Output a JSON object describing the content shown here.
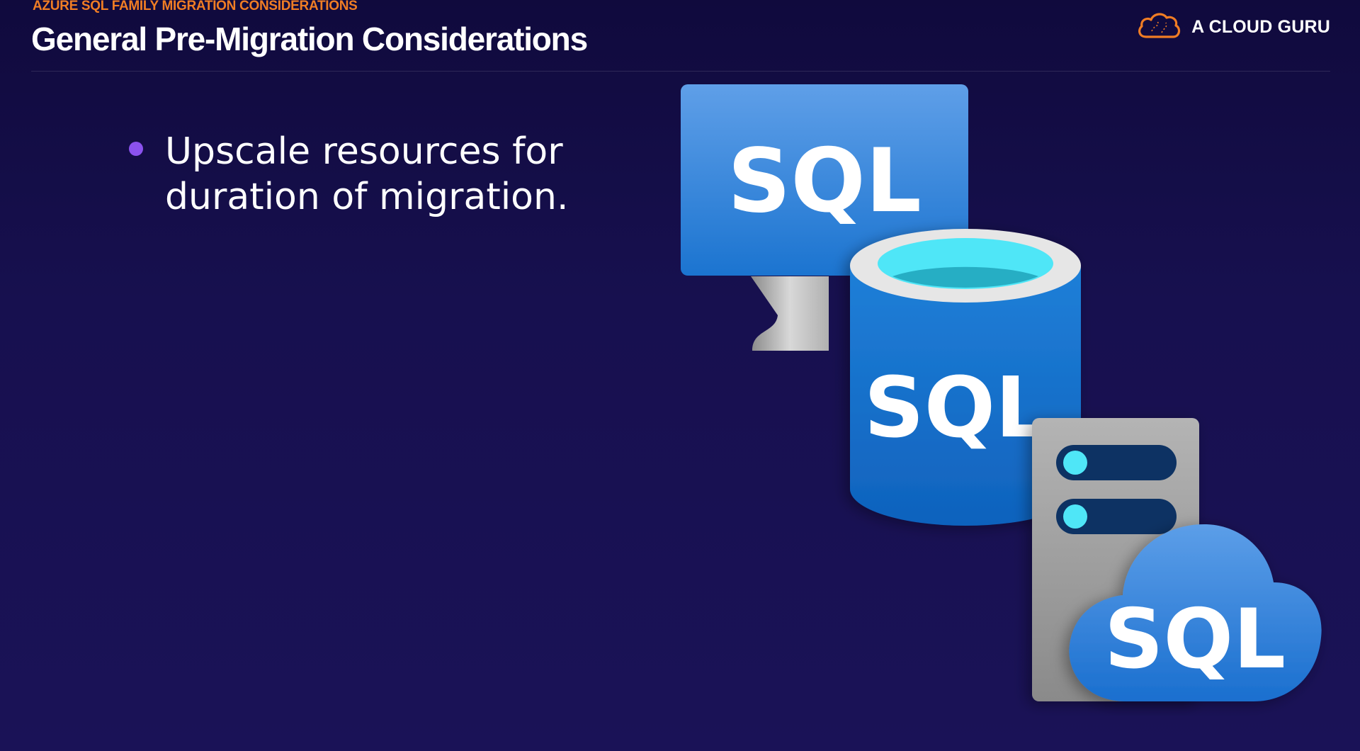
{
  "header": {
    "eyebrow": "AZURE SQL FAMILY MIGRATION CONSIDERATIONS",
    "title": "General Pre-Migration Considerations"
  },
  "brand": {
    "name": "A CLOUD GURU",
    "icon": "cloud-logo-icon",
    "accent_color": "#f07d24"
  },
  "bullets": [
    {
      "line1": "Upscale resources for",
      "line2": "duration of migration."
    }
  ],
  "illustration": {
    "monitor_label": "SQL",
    "database_label": "SQL",
    "cloud_label": "SQL",
    "icons": [
      "sql-virtual-machine-icon",
      "sql-database-icon",
      "sql-server-icon",
      "sql-cloud-icon"
    ]
  },
  "colors": {
    "background": "#17104f",
    "bullet": "#8b52ee",
    "azure_blue": "#1a7ad4",
    "cyan": "#50e6f7"
  }
}
